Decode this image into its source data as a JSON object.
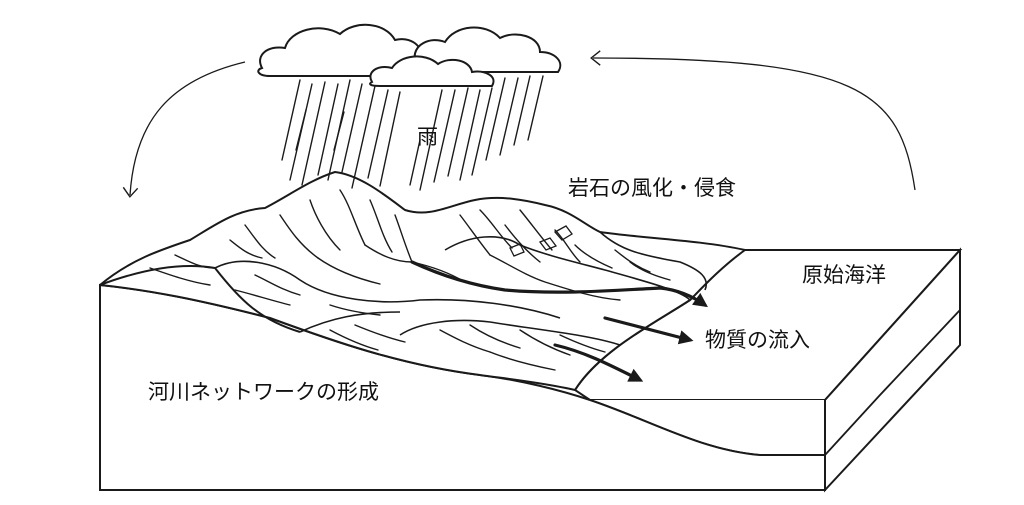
{
  "labels": {
    "rain": "雨",
    "weathering": "岩石の風化・侵食",
    "ocean": "原始海洋",
    "inflow": "物質の流入",
    "river_network": "河川ネットワークの形成"
  },
  "colors": {
    "stroke": "#1a1a1a",
    "fill": "#ffffff"
  }
}
